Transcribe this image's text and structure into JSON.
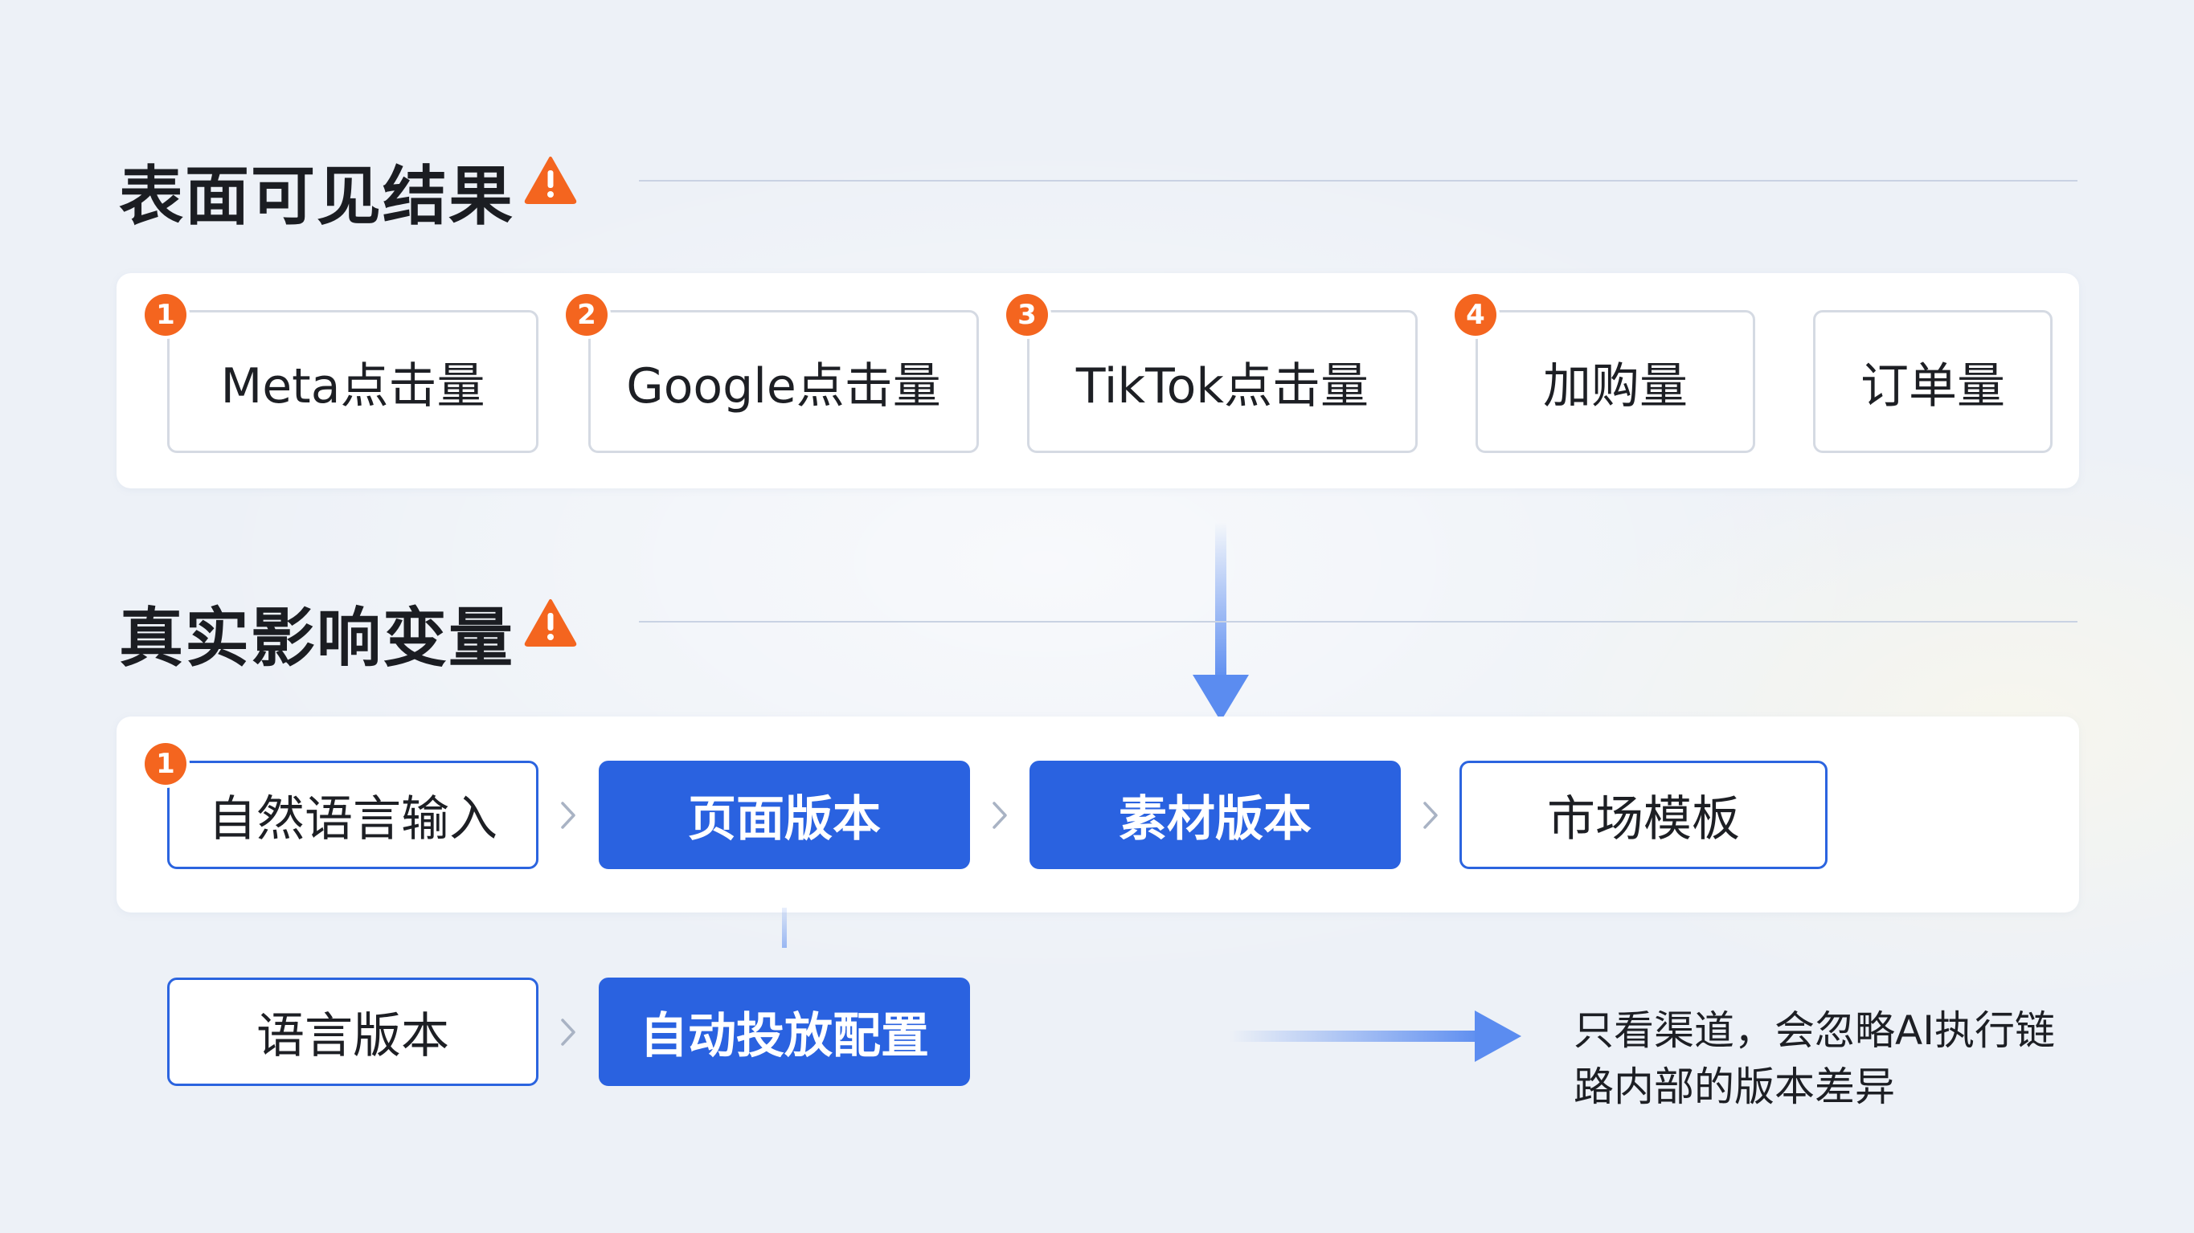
{
  "sections": {
    "surface": {
      "title": "表面可见结果",
      "icon": "warning-icon",
      "items": [
        {
          "label": "Meta点击量",
          "badge": "1"
        },
        {
          "label": "Google点击量",
          "badge": "2"
        },
        {
          "label": "TikTok点击量",
          "badge": "3"
        },
        {
          "label": "加购量",
          "badge": "4"
        },
        {
          "label": "订单量",
          "badge": ""
        }
      ]
    },
    "real": {
      "title": "真实影响变量",
      "icon": "warning-icon",
      "row1": [
        {
          "label": "自然语言输入",
          "badge": "1",
          "style": "outline"
        },
        {
          "label": "页面版本",
          "style": "filled"
        },
        {
          "label": "素材版本",
          "style": "filled"
        },
        {
          "label": "市场模板",
          "style": "outline"
        }
      ],
      "row2": [
        {
          "label": "语言版本",
          "style": "outline"
        },
        {
          "label": "自动投放配置",
          "style": "filled"
        }
      ]
    }
  },
  "note": {
    "line1": "只看渠道，会忽略AI执行链",
    "line2": "路内部的版本差异"
  },
  "colors": {
    "accent_blue": "#2a62e0",
    "badge_orange": "#f4651f",
    "box_border_gray": "#d5dae3",
    "arrow_blue": "#5b8cf0"
  }
}
